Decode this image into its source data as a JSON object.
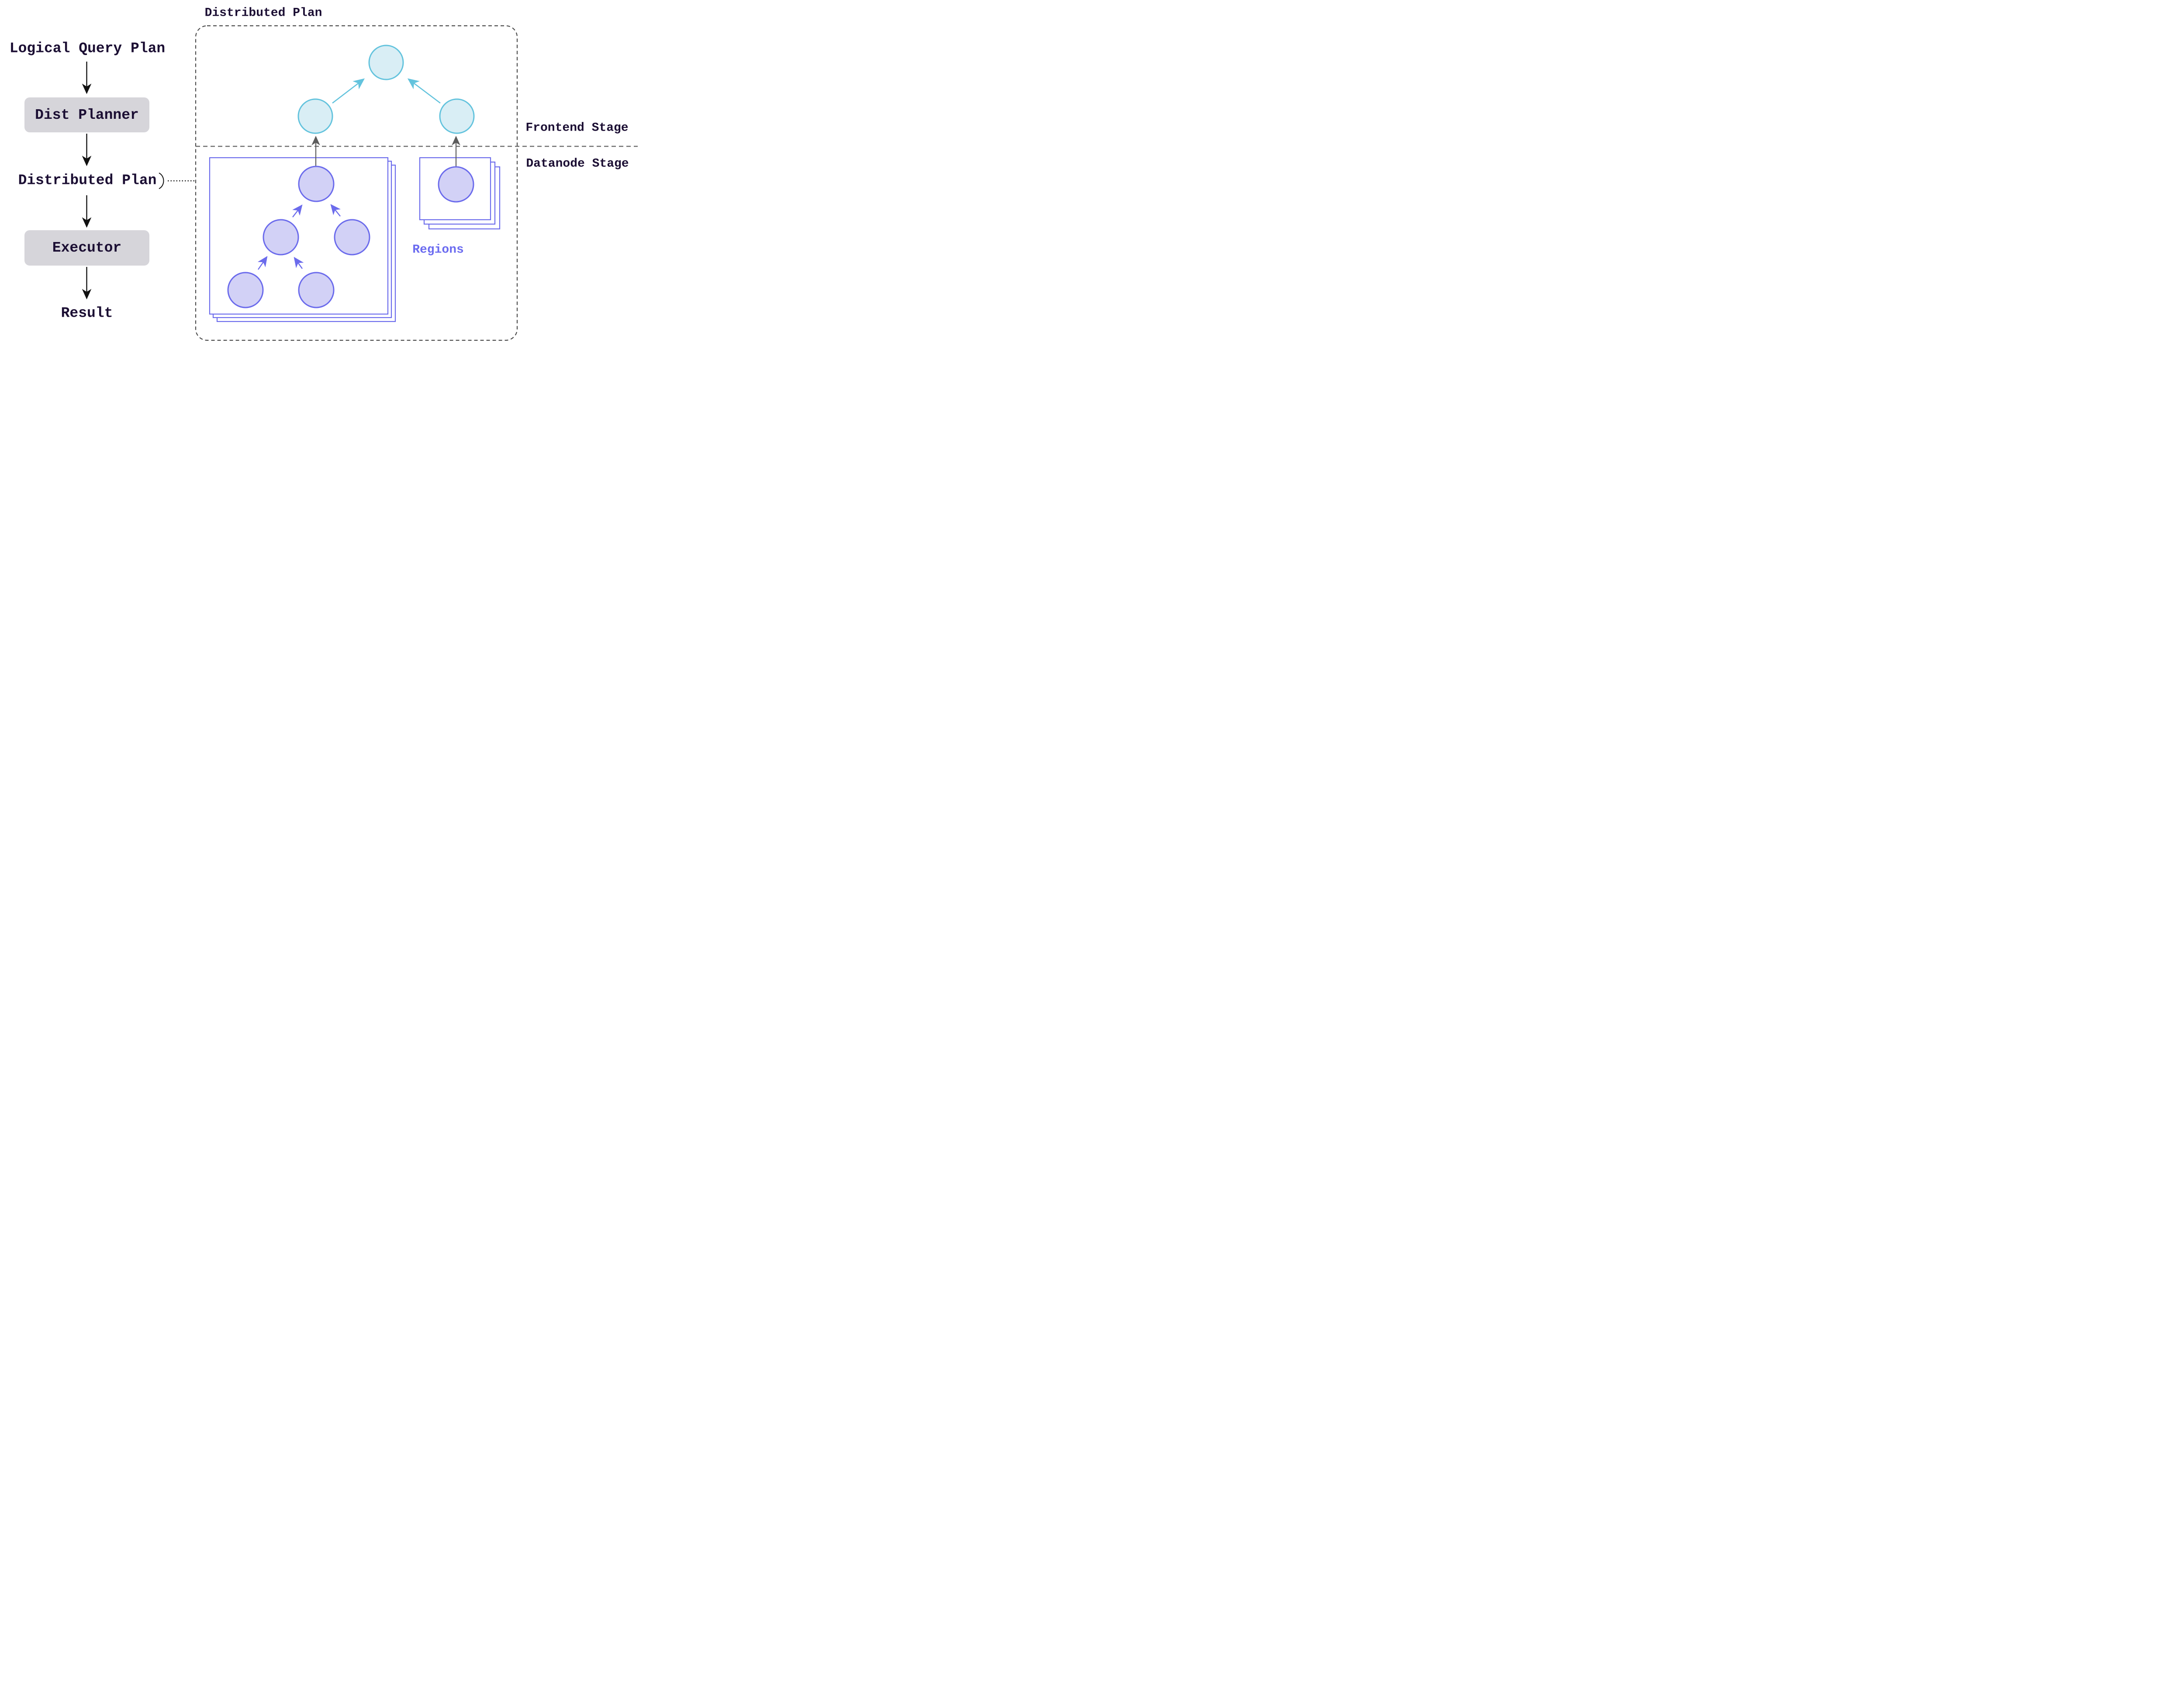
{
  "colors": {
    "text": "#1b0e33",
    "flow_box_fill": "#d6d5da",
    "arrow_black": "#111111",
    "connector_black": "#111111",
    "boundary_dash": "#4d4d4d",
    "separator_dash": "#6e6e6e",
    "stage_link_gray": "#5c5c5c",
    "frontend_node_fill": "#d9eef5",
    "frontend_node_stroke": "#63c3dd",
    "datanode_node_fill": "#d2d1f6",
    "datanode_node_stroke": "#6b6bec",
    "region_box_stroke": "#6b6bec",
    "regions_label_color": "#6b6bf0"
  },
  "left_flow": {
    "logical_query_plan": "Logical Query Plan",
    "dist_planner": "Dist Planner",
    "distributed_plan": "Distributed Plan",
    "executor": "Executor",
    "result": "Result"
  },
  "distributed_plan_region": {
    "title": "Distributed Plan",
    "frontend_stage_label": "Frontend Stage",
    "datanode_stage_label": "Datanode Stage",
    "regions_label": "Regions"
  }
}
